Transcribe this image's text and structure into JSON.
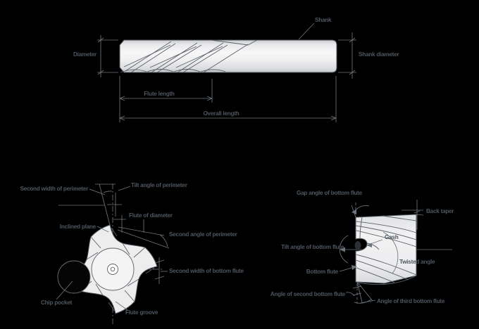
{
  "colors": {
    "background": "#000000",
    "label_text": "#4e565f",
    "outline": "#4e545b",
    "annotation_line": "#6e747c",
    "body_fill_light": "#f6f6f7",
    "body_fill_dark": "#c9cacd"
  },
  "side_view": {
    "labels": {
      "shank": "Shank",
      "diameter": "Diameter",
      "shank_diameter": "Shank diameter",
      "flute_length": "Flute length",
      "overall_length": "Overall length"
    }
  },
  "end_view": {
    "labels": {
      "second_width_perimeter": "Second width of perimeter",
      "tilt_angle_perimeter": "Tilt angle of perimeter",
      "flute_of_diameter": "Flute of diameter",
      "inclined_plane": "Inclined plane",
      "second_angle_perimeter": "Second angle of perimeter",
      "second_width_bottom_flute": "Second width of bottom flute",
      "chip_pocket": "Chip pocket",
      "flute_groove": "Flute groove"
    }
  },
  "tip_view": {
    "labels": {
      "gap_angle_bottom_flute": "Gap angle of bottom flute",
      "back_taper": "Back taper",
      "gash": "Gash",
      "tilt_angle_bottom_flute": "Tilt angle of bottom flute",
      "twisted_angle": "Twisted angle",
      "bottom_flute": "Bottom flute",
      "angle_second_bottom_flute": "Angle of second bottom flute",
      "angle_third_bottom_flute": "Angle of third bottom flute"
    }
  }
}
